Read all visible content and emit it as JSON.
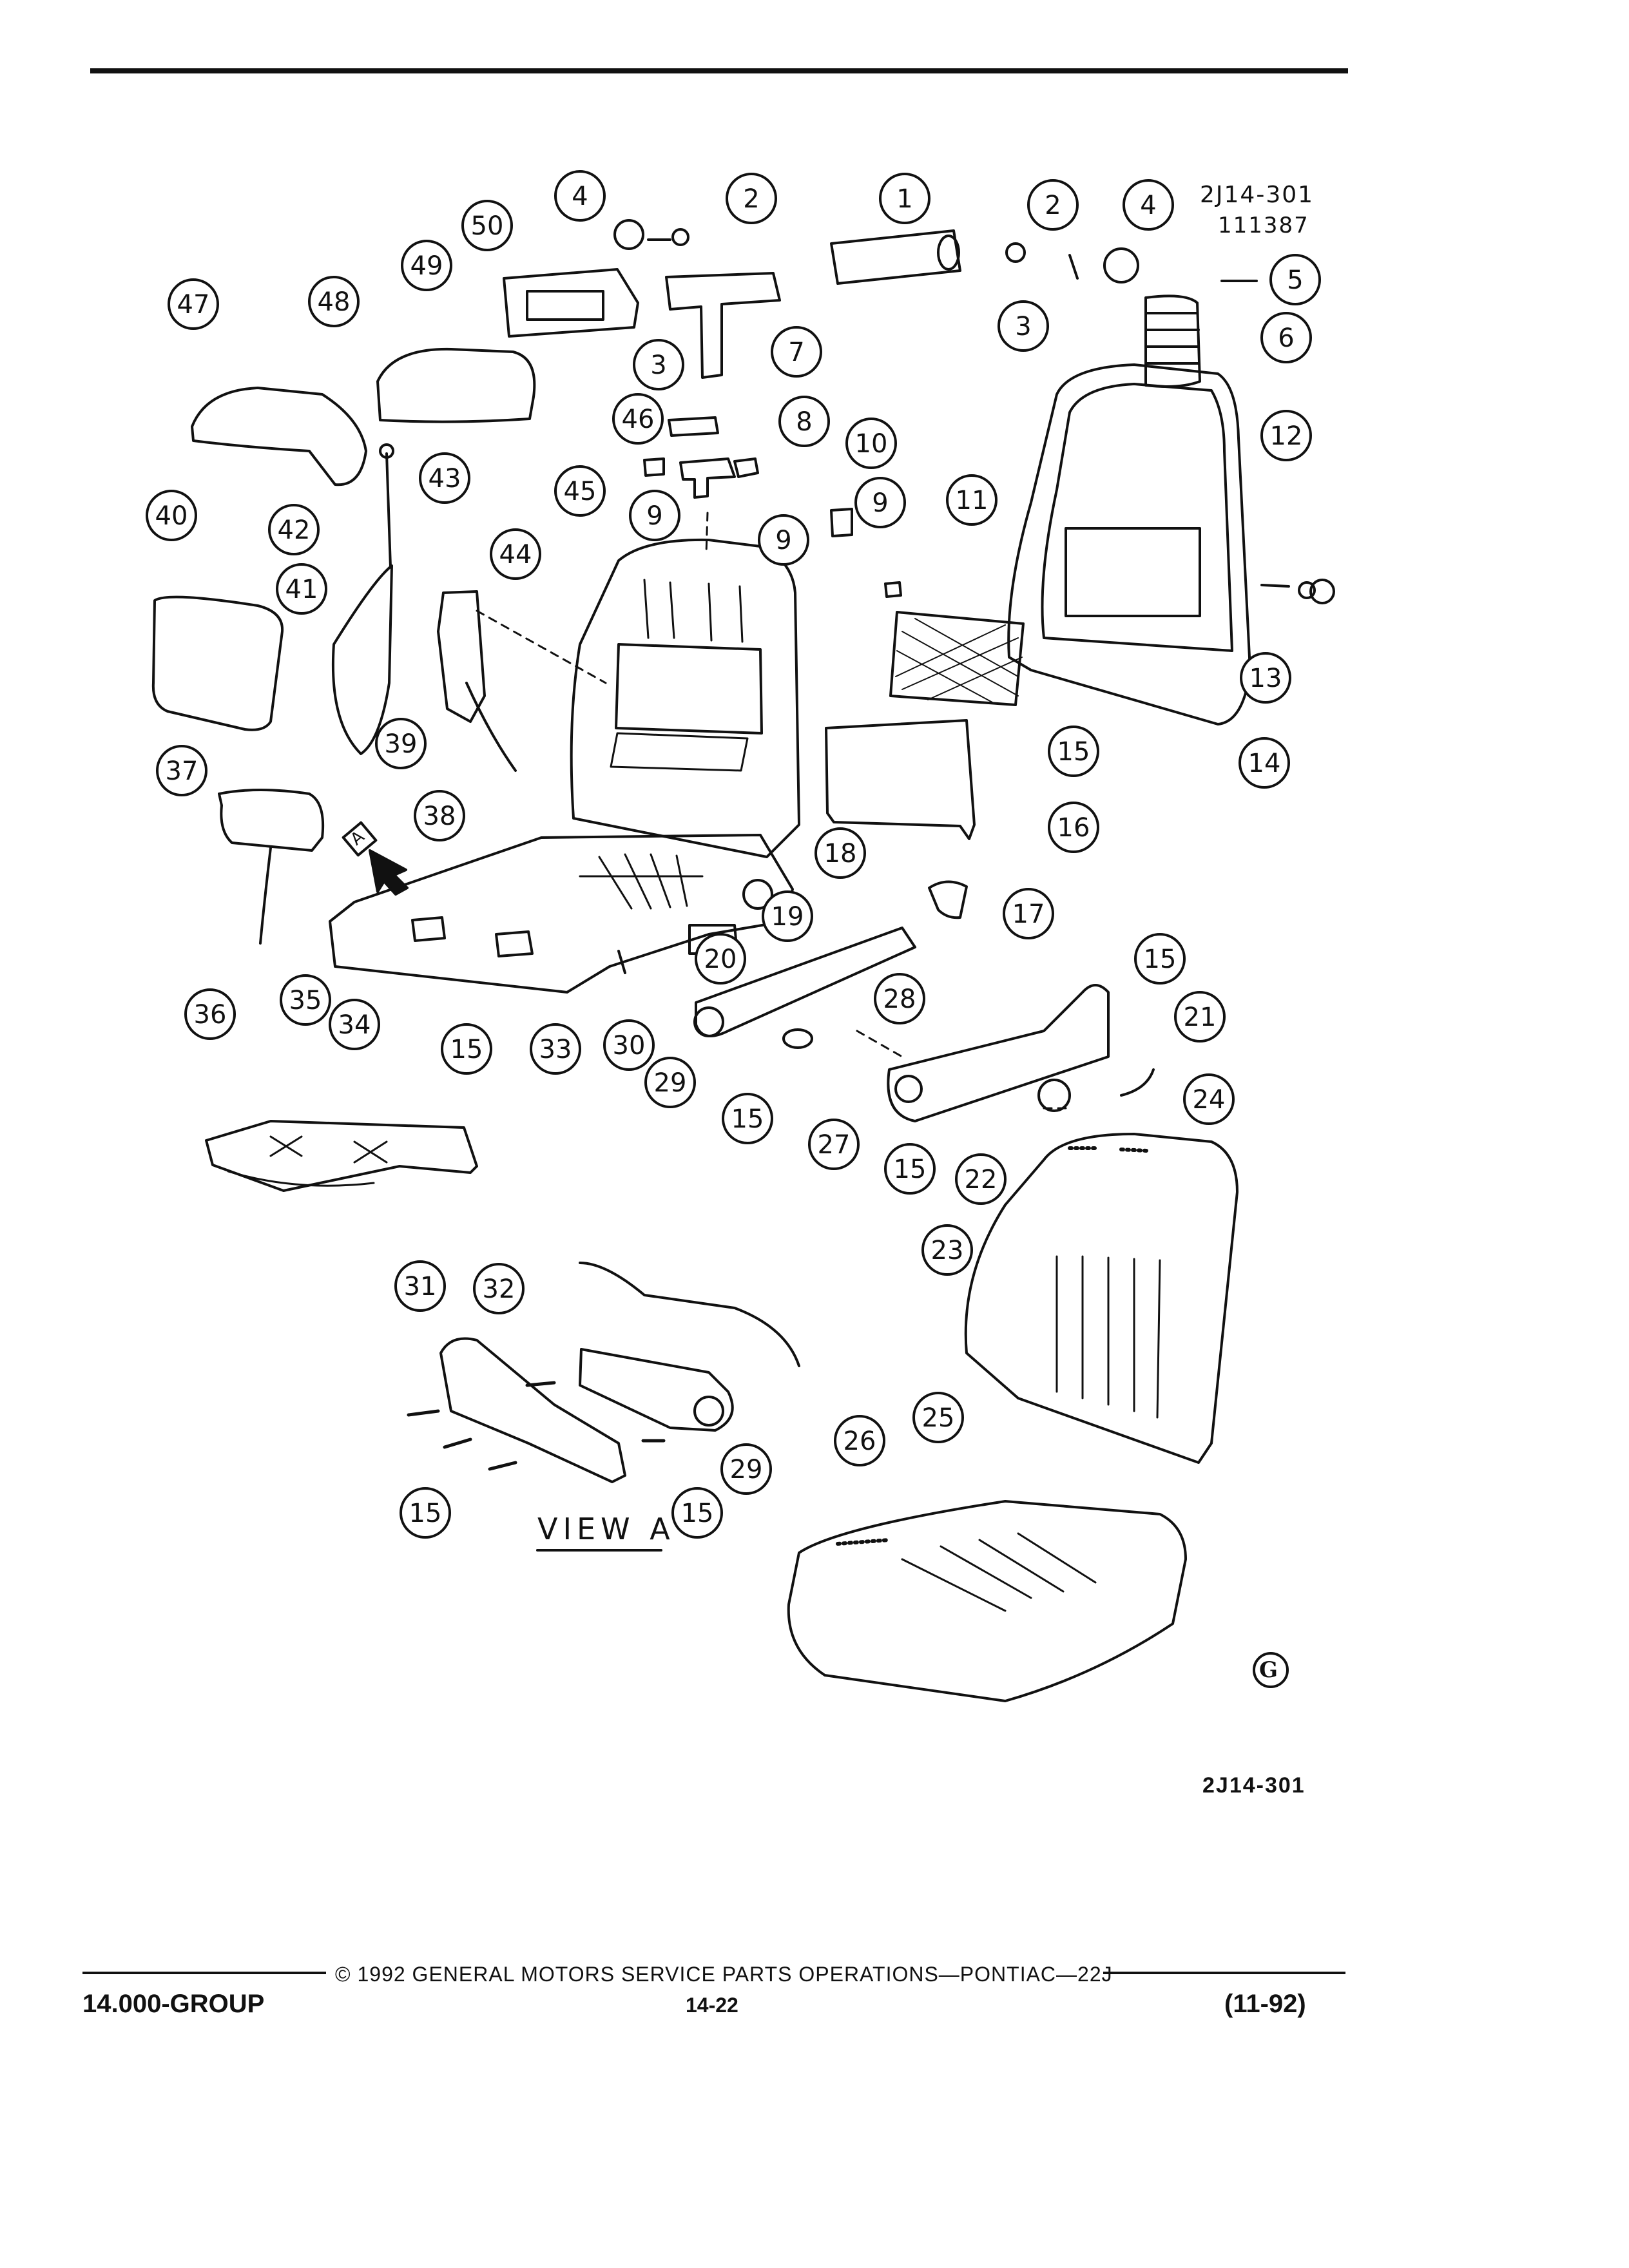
{
  "header": {
    "ref_code": "2J14-301",
    "ref_date": "111387"
  },
  "figure": {
    "id": "2J14-301",
    "view_label": "VIEW A",
    "view_marker": "A",
    "g_mark": "G",
    "callouts": [
      {
        "label": "1"
      },
      {
        "label": "2"
      },
      {
        "label": "4"
      },
      {
        "label": "50"
      },
      {
        "label": "49"
      },
      {
        "label": "47"
      },
      {
        "label": "48"
      },
      {
        "label": "3"
      },
      {
        "label": "7"
      },
      {
        "label": "2"
      },
      {
        "label": "4"
      },
      {
        "label": "3"
      },
      {
        "label": "5"
      },
      {
        "label": "6"
      },
      {
        "label": "46"
      },
      {
        "label": "8"
      },
      {
        "label": "10"
      },
      {
        "label": "9"
      },
      {
        "label": "9"
      },
      {
        "label": "9"
      },
      {
        "label": "11"
      },
      {
        "label": "12"
      },
      {
        "label": "43"
      },
      {
        "label": "45"
      },
      {
        "label": "40"
      },
      {
        "label": "42"
      },
      {
        "label": "44"
      },
      {
        "label": "41"
      },
      {
        "label": "13"
      },
      {
        "label": "14"
      },
      {
        "label": "15"
      },
      {
        "label": "39"
      },
      {
        "label": "37"
      },
      {
        "label": "38"
      },
      {
        "label": "16"
      },
      {
        "label": "18"
      },
      {
        "label": "19"
      },
      {
        "label": "17"
      },
      {
        "label": "20"
      },
      {
        "label": "15"
      },
      {
        "label": "35"
      },
      {
        "label": "34"
      },
      {
        "label": "15"
      },
      {
        "label": "33"
      },
      {
        "label": "30"
      },
      {
        "label": "28"
      },
      {
        "label": "21"
      },
      {
        "label": "36"
      },
      {
        "label": "29"
      },
      {
        "label": "15"
      },
      {
        "label": "24"
      },
      {
        "label": "27"
      },
      {
        "label": "15"
      },
      {
        "label": "22"
      },
      {
        "label": "23"
      },
      {
        "label": "31"
      },
      {
        "label": "32"
      },
      {
        "label": "29"
      },
      {
        "label": "15"
      },
      {
        "label": "15"
      },
      {
        "label": "26"
      },
      {
        "label": "25"
      }
    ]
  },
  "footer": {
    "group": "14.000-GROUP",
    "copyright": "© 1992 GENERAL MOTORS SERVICE PARTS OPERATIONS—PONTIAC—22J",
    "page": "14-22",
    "date": "(11-92)"
  }
}
